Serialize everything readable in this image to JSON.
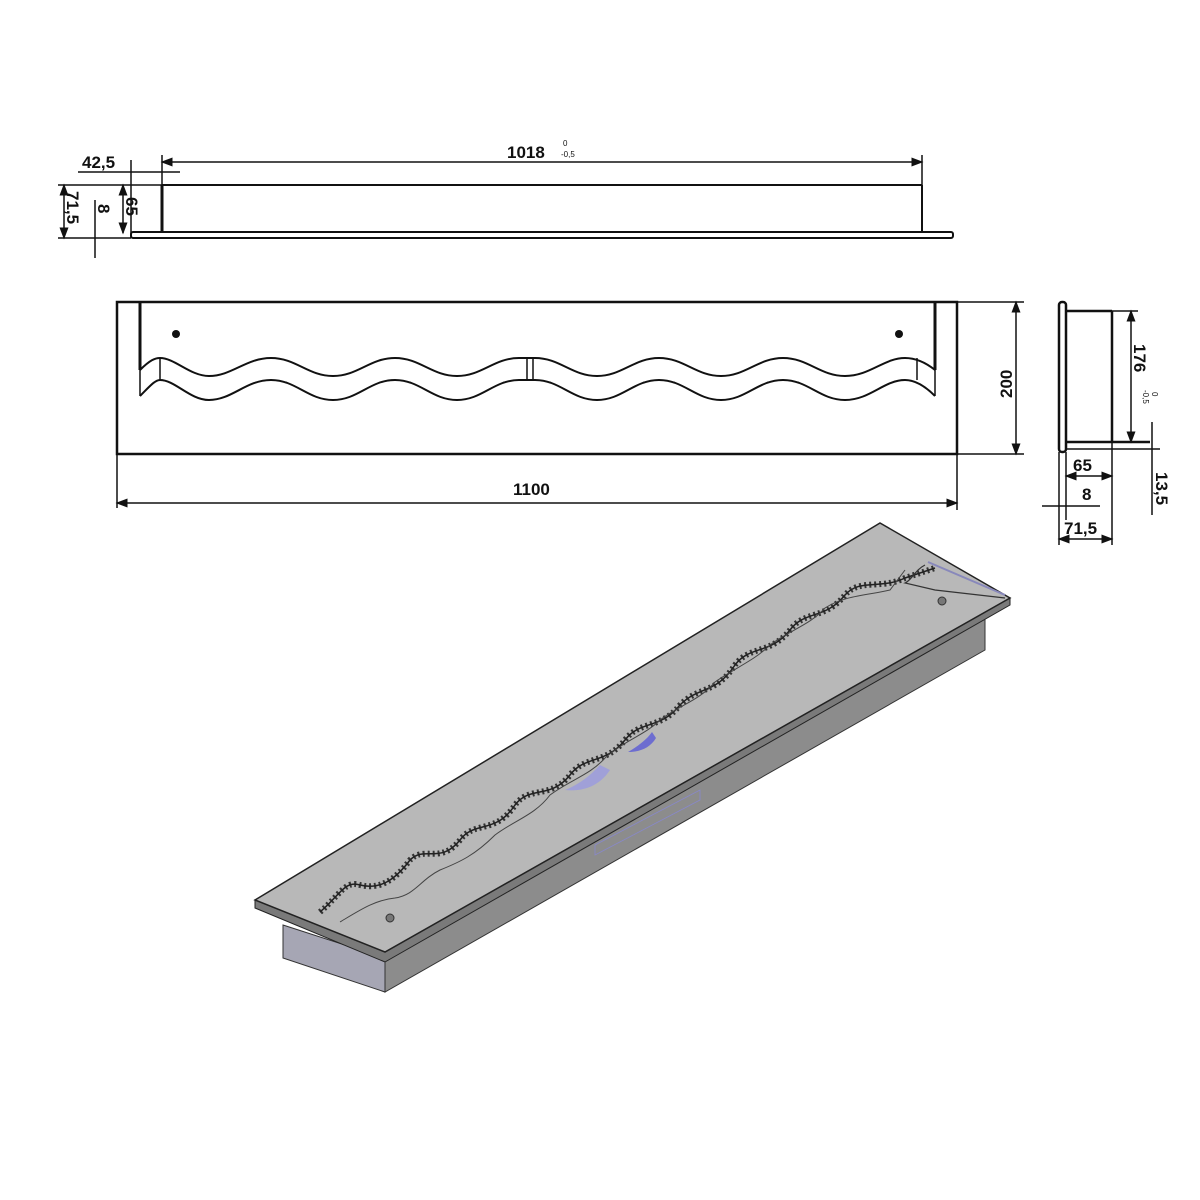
{
  "drawing": {
    "title": "Burner insert technical drawing",
    "views": [
      "top-view",
      "front-view",
      "side-view",
      "isometric-view"
    ],
    "colors": {
      "line": "#111111",
      "surface_top": "#b8b8b8",
      "surface_side": "#8c8c8c",
      "surface_front": "#a6a6aa",
      "accent_blue": "#7c7cd6"
    }
  },
  "top_view": {
    "dim_offset": "42,5",
    "dim_length": "1018",
    "dim_length_tol_upper": "0",
    "dim_length_tol_lower": "-0,5",
    "dim_total_height": "71,5",
    "dim_flange": "8",
    "dim_body_height": "65"
  },
  "front_view": {
    "dim_width": "1100",
    "dim_depth": "200"
  },
  "side_view": {
    "dim_inner": "176",
    "dim_inner_tol_upper": "0",
    "dim_inner_tol_lower": "-0,5",
    "dim_body": "65",
    "dim_flange": "8",
    "dim_total": "71,5",
    "dim_lip": "13,5"
  }
}
